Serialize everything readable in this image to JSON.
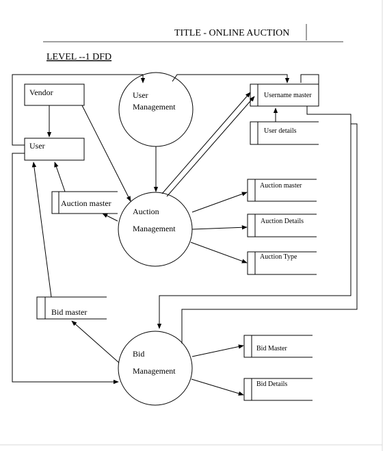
{
  "page": {
    "title": "TITLE -  ONLINE AUCTION",
    "subtitle": "LEVEL --1 DFD"
  },
  "colors": {
    "stroke": "#000000",
    "title_rule": "#808080",
    "page_edge": "#d9d9d9",
    "background": "#ffffff"
  },
  "entities": {
    "vendor": "Vendor",
    "user": "User"
  },
  "processes": {
    "user_management": {
      "line1": "User",
      "line2": "Management"
    },
    "auction_management": {
      "line1": "Auction",
      "line2": "Management"
    },
    "bid_management": {
      "line1": "Bid",
      "line2": "Management"
    }
  },
  "stores": {
    "username_master": "Username master",
    "user_details": "User details",
    "auction_master_left": "Auction master",
    "auction_master_right": "Auction master",
    "auction_details": "Auction Details",
    "auction_type": "Auction Type",
    "bid_master_left": "Bid master",
    "bid_master_right": "Bid Master",
    "bid_details": "Bid Details"
  }
}
